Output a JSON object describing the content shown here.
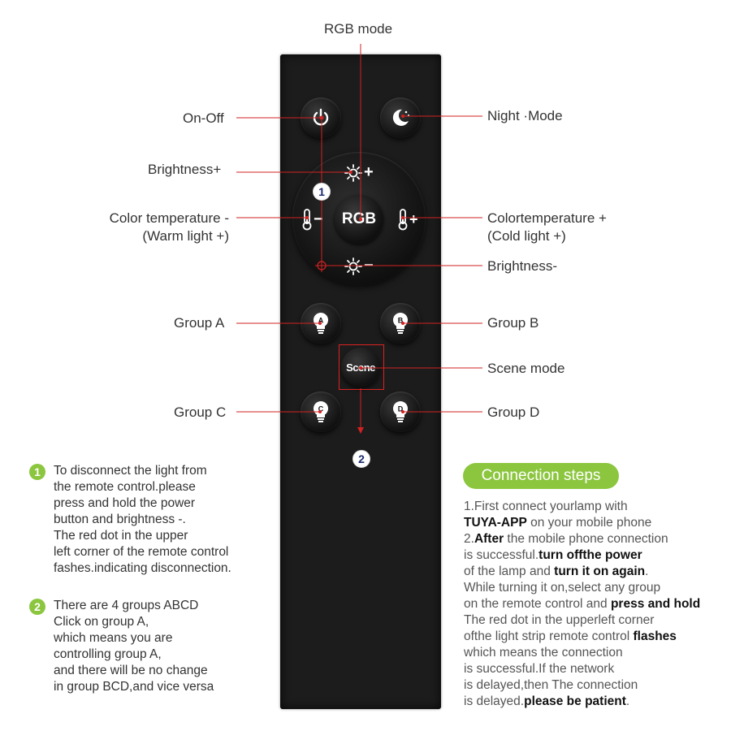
{
  "labels": {
    "rgb_mode": "RGB mode",
    "on_off": "On-Off",
    "night_mode": "Night ·Mode",
    "brightness_plus": "Brightness+",
    "color_temp_minus_1": "Color temperature -",
    "color_temp_minus_2": "(Warm light +)",
    "color_temp_plus_1": "Colortemperature +",
    "color_temp_plus_2": "(Cold light +)",
    "brightness_minus": "Brightness-",
    "group_a": "Group A",
    "group_b": "Group B",
    "scene_mode": "Scene mode",
    "group_c": "Group C",
    "group_d": "Group D"
  },
  "remote": {
    "center_label": "RGB",
    "scene_label": "Scene",
    "group_letters": [
      "A",
      "B",
      "C",
      "D"
    ],
    "badge_1": "1",
    "badge_2": "2"
  },
  "note1": {
    "badge": "1",
    "lines": [
      "To disconnect the light from",
      "the remote control.please",
      "press and hold the power",
      "button and brightness -.",
      "The red dot in the upper",
      "left corner of the remote control",
      "fashes.indicating disconnection."
    ]
  },
  "note2": {
    "badge": "2",
    "lines": [
      "There are 4 groups ABCD",
      "Click on group A,",
      "which means you are",
      "controlling group A,",
      "and there will be no change",
      "in group BCD,and vice versa"
    ]
  },
  "steps": {
    "title": "Connection steps",
    "l1": "1.First connect yourlamp with",
    "l2_b": "TUYA-APP",
    "l2_n": " on your mobile phone",
    "l3_n": "2.",
    "l3_b": "After",
    "l3_n2": " the mobile phone connection",
    "l4_n": "is successful.",
    "l4_b": "turn offthe power",
    "l5_n": "of the lamp and ",
    "l5_b": "turn it on again",
    "l5_n2": ".",
    "l6": "While turning it on,select any group",
    "l7_n": "on the remote control and ",
    "l7_b": "press and hold",
    "l8": "The red dot in the upperleft corner",
    "l9_n": "ofthe light strip remote control ",
    "l9_b": "flashes",
    "l10": "which means the connection",
    "l11": "is successful.If the network",
    "l12": "is delayed,then The connection",
    "l13_n": "is delayed.",
    "l13_b": "please be patient",
    "l13_n2": "."
  },
  "colors": {
    "accent_green": "#8cc63f",
    "line_red": "#d22222",
    "remote_body": "#1c1c1c"
  },
  "icons": [
    "power-icon",
    "moon-icon",
    "sun-icon",
    "thermometer-icon",
    "bulb-icon"
  ]
}
